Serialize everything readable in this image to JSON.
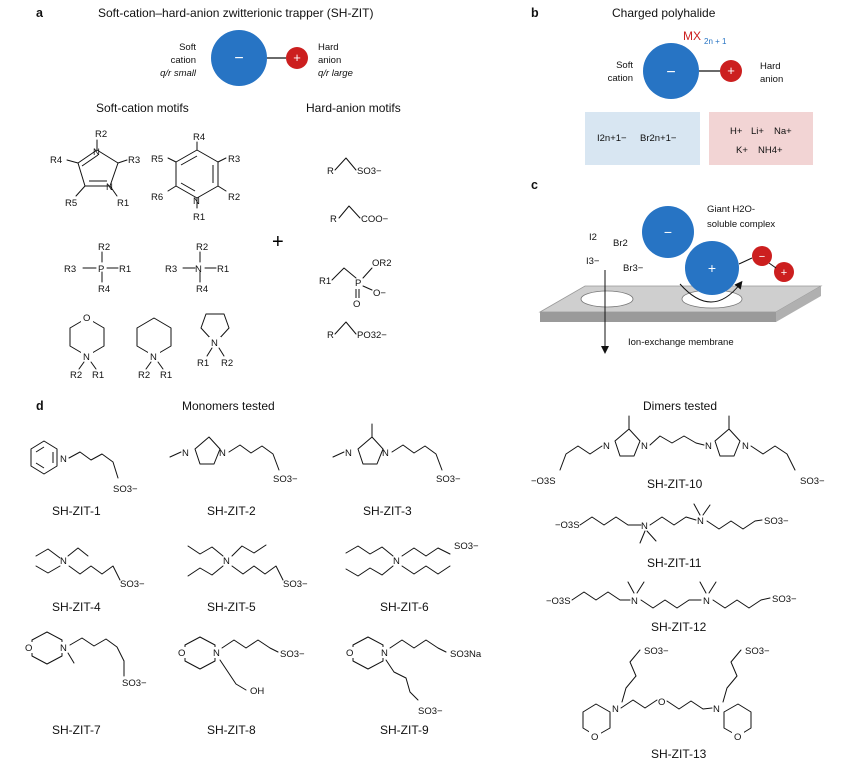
{
  "panels": {
    "a": "a",
    "b": "b",
    "c": "c",
    "d": "d"
  },
  "panel_a": {
    "title": "Soft-cation–hard-anion zwitterionic trapper (SH-ZIT)",
    "soft_lines": [
      "Soft",
      "cation",
      "q/r small"
    ],
    "hard_lines": [
      "Hard",
      "anion",
      "q/r large"
    ],
    "minus": "−",
    "plus": "+",
    "cation_motifs_title": "Soft-cation motifs",
    "anion_motifs_title": "Hard-anion motifs",
    "big_plus": "+",
    "groups": {
      "r": "R",
      "r1": "R1",
      "r2": "R2",
      "r3": "R3",
      "r4": "R4",
      "r5": "R5",
      "r6": "R6",
      "n": "N",
      "p": "P",
      "o": "O",
      "so3": "SO3−",
      "coo": "COO−",
      "or2": "OR2",
      "ominus": "O−",
      "po3": "PO32−"
    }
  },
  "panel_b": {
    "title": "Charged polyhalide",
    "mx": "MX",
    "mx_sub": "2n + 1",
    "soft": [
      "Soft",
      "cation"
    ],
    "hard": [
      "Hard",
      "anion"
    ],
    "minus": "−",
    "plus": "+",
    "anions": [
      "I2n+1−",
      "Br2n+1−"
    ],
    "cations_row1": [
      "H+",
      "Li+",
      "Na+"
    ],
    "cations_row2": [
      "K+",
      "NH4+"
    ]
  },
  "panel_c": {
    "complex_lines": [
      "Giant H2O-",
      "soluble complex"
    ],
    "species": [
      "I2",
      "Br2",
      "I3−",
      "Br3−"
    ],
    "membrane": "Ion-exchange membrane",
    "minus": "−",
    "plus": "+"
  },
  "panel_d": {
    "monomers_title": "Monomers tested",
    "dimers_title": "Dimers tested",
    "so3na": "SO3Na",
    "oh": "OH",
    "so3": "SO3−",
    "o3s": "−O3S",
    "n": "N",
    "o": "O",
    "names": {
      "zit1": "SH-ZIT-1",
      "zit2": "SH-ZIT-2",
      "zit3": "SH-ZIT-3",
      "zit4": "SH-ZIT-4",
      "zit5": "SH-ZIT-5",
      "zit6": "SH-ZIT-6",
      "zit7": "SH-ZIT-7",
      "zit8": "SH-ZIT-8",
      "zit9": "SH-ZIT-9",
      "zit10": "SH-ZIT-10",
      "zit11": "SH-ZIT-11",
      "zit12": "SH-ZIT-12",
      "zit13": "SH-ZIT-13"
    }
  },
  "colors": {
    "soft_cation": "#2774c4",
    "hard_anion": "#cc1f1f",
    "anion_box": "#d8e6f2",
    "cation_box": "#f2d4d4",
    "mx": "#cc1f1f",
    "subscript_blue": "#2774c4"
  }
}
